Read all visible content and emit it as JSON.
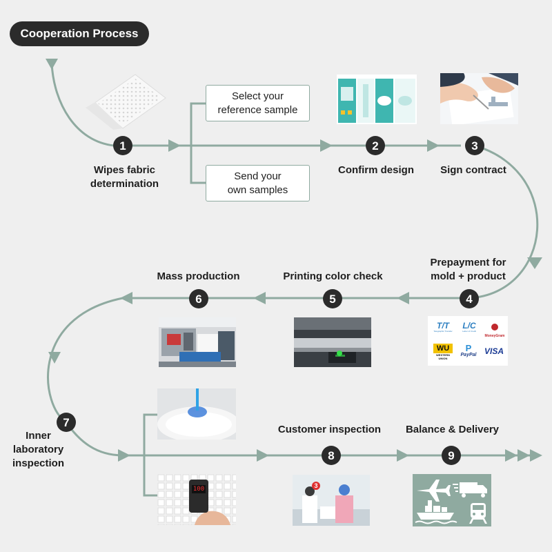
{
  "title": "Cooperation Process",
  "steps": [
    {
      "number": "1",
      "label_lines": [
        "Wipes fabric",
        "determination"
      ]
    },
    {
      "number": "2",
      "label_lines": [
        "Confirm design"
      ]
    },
    {
      "number": "3",
      "label_lines": [
        "Sign contract"
      ]
    },
    {
      "number": "4",
      "label_lines": [
        "Prepayment for",
        "mold + product"
      ]
    },
    {
      "number": "5",
      "label_lines": [
        "Printing color check"
      ]
    },
    {
      "number": "6",
      "label_lines": [
        "Mass production"
      ]
    },
    {
      "number": "7",
      "label_lines": [
        "Inner",
        "laboratory",
        "inspection"
      ]
    },
    {
      "number": "8",
      "label_lines": [
        "Customer inspection"
      ]
    },
    {
      "number": "9",
      "label_lines": [
        "Balance & Delivery"
      ]
    }
  ],
  "options": [
    {
      "lines": [
        "Select your",
        "reference sample"
      ]
    },
    {
      "lines": [
        "Send your",
        "own samples"
      ]
    }
  ],
  "payment_methods": [
    {
      "name": "T/T",
      "caption": "Telegraphic Transfer",
      "color": "#2d7fc1"
    },
    {
      "name": "L/C",
      "caption": "Letter of Credit",
      "color": "#2d7fc1"
    },
    {
      "name": "MoneyGram",
      "caption": "",
      "color": "#c0282d"
    },
    {
      "name": "WU",
      "caption": "WESTERN UNION",
      "color": "#f2c200"
    },
    {
      "name": "PayPal",
      "caption": "",
      "color": "#1f3f87"
    },
    {
      "name": "VISA",
      "caption": "",
      "color": "#1a3a94"
    }
  ],
  "digital_meter_reading": "100",
  "photo_badges": [
    "3"
  ],
  "colors": {
    "line": "#8faaa0",
    "circle": "#2b2b2b",
    "background": "#efefef",
    "delivery_tile": "#8faaa0"
  },
  "icons": [
    "airplane-icon",
    "truck-icon",
    "ship-icon",
    "train-icon"
  ]
}
